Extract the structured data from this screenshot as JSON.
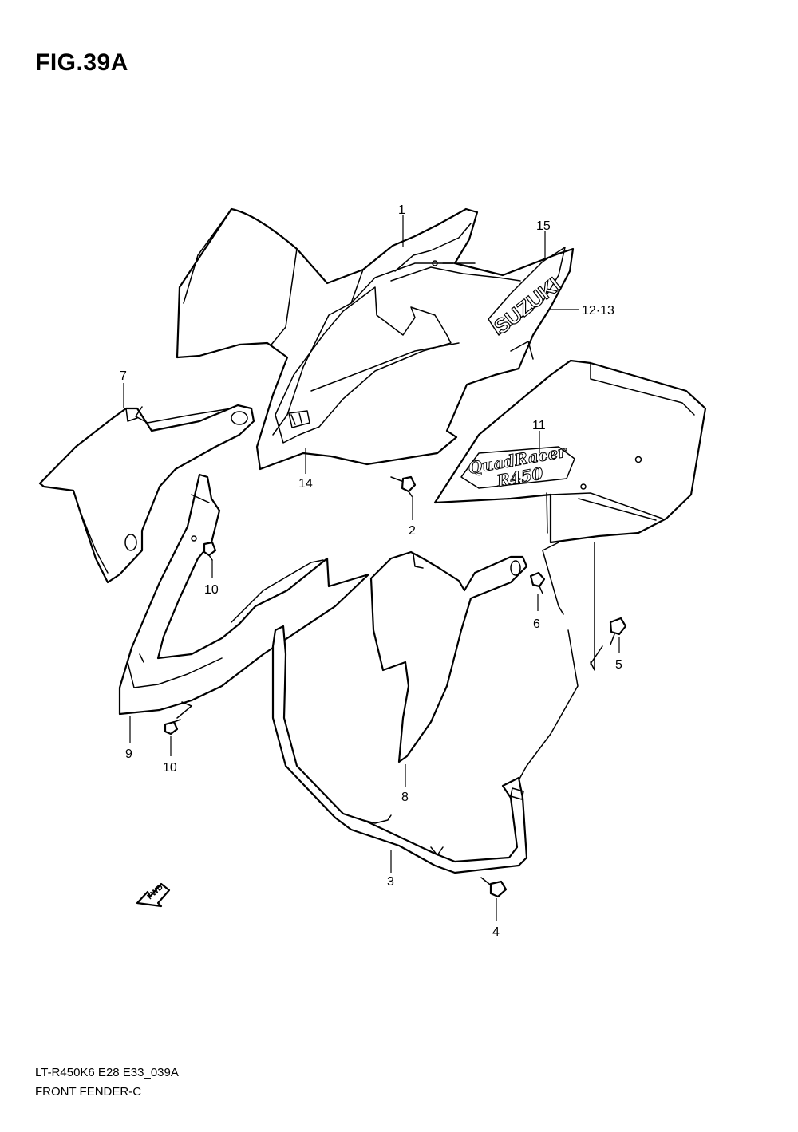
{
  "figure": {
    "title": "FIG.39A",
    "code": "LT-R450K6 E28 E33_039A",
    "name": "FRONT FENDER-C"
  },
  "callouts": {
    "c1": "1",
    "c2": "2",
    "c3": "3",
    "c4": "4",
    "c5": "5",
    "c6": "6",
    "c7": "7",
    "c8": "8",
    "c9": "9",
    "c10a": "10",
    "c10b": "10",
    "c11": "11",
    "c12_13": "12·13",
    "c14": "14",
    "c15": "15"
  },
  "decals": {
    "brand": "SUZUKI",
    "model_line1": "QuadRacer",
    "model_line2": "R450"
  },
  "direction_arrow": "FWD"
}
